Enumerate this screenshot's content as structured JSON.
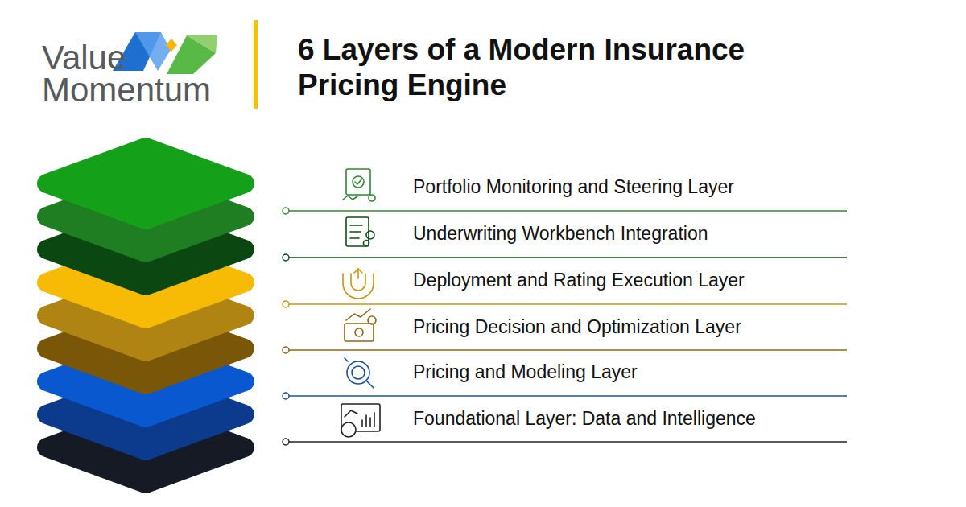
{
  "diagram": {
    "title": "6 Layers of a Modern Insurance Pricing Engine",
    "labels": [
      "Value Momentum",
      "Portfolio Monitoring and Steering Layer",
      "Underwriting Workbench Integration",
      "Deployment and Rating Execution Layer",
      "Pricing Decision and Optimization Layer",
      "Pricing and Modeling Layer",
      "Foundational Layer: Data and Intelligence"
    ]
  }
}
